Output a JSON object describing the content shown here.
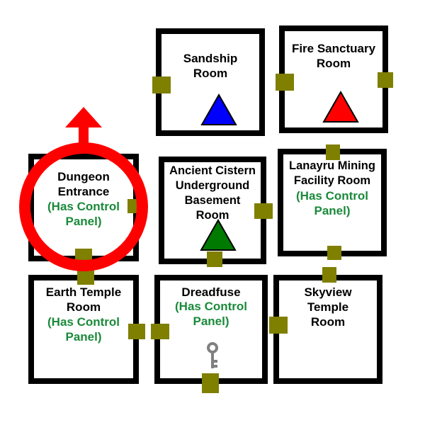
{
  "colors": {
    "border": "#000000",
    "door": "#7f7f00",
    "control_panel_text": "#1a8a3a",
    "selection_ring": "#ff0000",
    "sandship_triangle": "#0000ff",
    "fire_sanctuary_triangle": "#ff0000",
    "ancient_cistern_triangle": "#007a00",
    "key": "#808080"
  },
  "rooms": {
    "sandship": {
      "name": "Sandship\nRoom"
    },
    "fire_sanctuary": {
      "name": "Fire Sanctuary\nRoom"
    },
    "dungeon_entrance": {
      "name": "Dungeon\nEntrance",
      "panel": "(Has Control\nPanel)"
    },
    "ancient_cistern": {
      "name": "Ancient Cistern\nUnderground\nBasement\nRoom"
    },
    "lanayru_mining": {
      "name": "Lanayru Mining\nFacility Room",
      "panel": "(Has Control\nPanel)"
    },
    "earth_temple": {
      "name": "Earth Temple\nRoom",
      "panel": "(Has Control\nPanel)"
    },
    "dreadfuse": {
      "name": "Dreadfuse",
      "panel": "(Has Control\nPanel)"
    },
    "skyview_temple": {
      "name": "Skyview\nTemple\nRoom"
    }
  },
  "markers": {
    "selected_room": "Dungeon Entrance",
    "selection_direction": "up",
    "sandship_icon": "blue-triangle",
    "fire_sanctuary_icon": "red-triangle",
    "ancient_cistern_icon": "green-triangle",
    "dreadfuse_icon": "key-icon"
  }
}
